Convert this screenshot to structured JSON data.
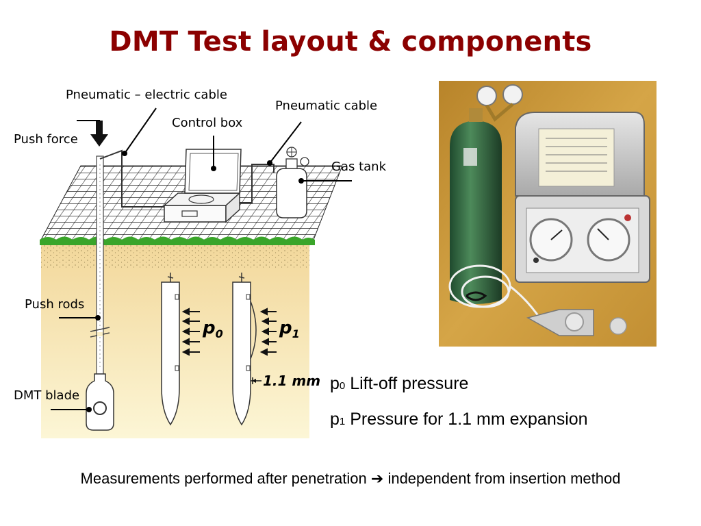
{
  "title": "DMT Test layout & components",
  "labels": {
    "pneumatic_electric_cable": "Pneumatic – electric cable",
    "pneumatic_cable": "Pneumatic cable",
    "control_box": "Control box",
    "push_force": "Push force",
    "gas_tank": "Gas tank",
    "push_rods": "Push rods",
    "dmt_blade": "DMT blade",
    "p0_symbol": "p",
    "p0_sub": "0",
    "p1_symbol": "p",
    "p1_sub": "1",
    "expansion": "1.1 mm"
  },
  "legend": [
    {
      "symbol": "p",
      "sub": "0",
      "text": "Lift-off pressure"
    },
    {
      "symbol": "p",
      "sub": "1",
      "text": "Pressure for 1.1 mm expansion"
    }
  ],
  "footer": {
    "left": "Measurements performed after penetration",
    "arrow": "➔",
    "right": "independent from insertion method"
  },
  "colors": {
    "title": "#8b0000",
    "soil_top": "#f2d79a",
    "soil_bottom": "#fbf3c8",
    "grass": "#3aa52a",
    "photo_bg": "#c9952f"
  }
}
